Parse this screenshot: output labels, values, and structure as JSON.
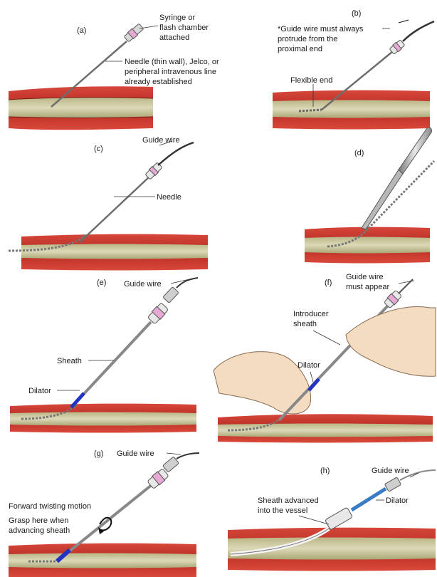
{
  "panels": {
    "a": {
      "label": "(a)",
      "callout_syringe": [
        "Syringe or",
        "flash chamber",
        "attached"
      ],
      "callout_needle": [
        "Needle (thin wall), Jelco, or",
        "peripheral intravenous line",
        "already established"
      ]
    },
    "b": {
      "label": "(b)",
      "callout_guidewire": [
        "*Guide wire must always",
        "protrude from the",
        "proximal end"
      ],
      "callout_flexible": "Flexible end"
    },
    "c": {
      "label": "(c)",
      "callout_guidewire": "Guide wire",
      "callout_needle": "Needle"
    },
    "d": {
      "label": "(d)"
    },
    "e": {
      "label": "(e)",
      "callout_guidewire": "Guide wire",
      "callout_sheath": "Sheath",
      "callout_dilator": "Dilator"
    },
    "f": {
      "label": "(f)",
      "callout_guidewire": [
        "Guide wire",
        "must appear"
      ],
      "callout_sheath": [
        "Introducer",
        "sheath"
      ],
      "callout_dilator": "Dilator"
    },
    "g": {
      "label": "(g)",
      "callout_guidewire": "Guide wire",
      "callout_motion": "Forward twisting motion",
      "callout_grasp": [
        "Grasp here when",
        "advancing sheath"
      ]
    },
    "h": {
      "label": "(h)",
      "callout_guidewire": "Guide wire",
      "callout_sheath": [
        "Sheath advanced",
        "into the vessel"
      ],
      "callout_dilator": "Dilator"
    }
  },
  "colors": {
    "tissue_red": "#c8352a",
    "tissue_dark": "#8e1f18",
    "vessel_green": "#c9c6a0",
    "needle_gray": "#9a9a9a",
    "hub_pink": "#e6a9d4",
    "hub_purple": "#8d7ab8",
    "dilator_blue": "#2233c4",
    "skin": "#f3dcc0"
  }
}
